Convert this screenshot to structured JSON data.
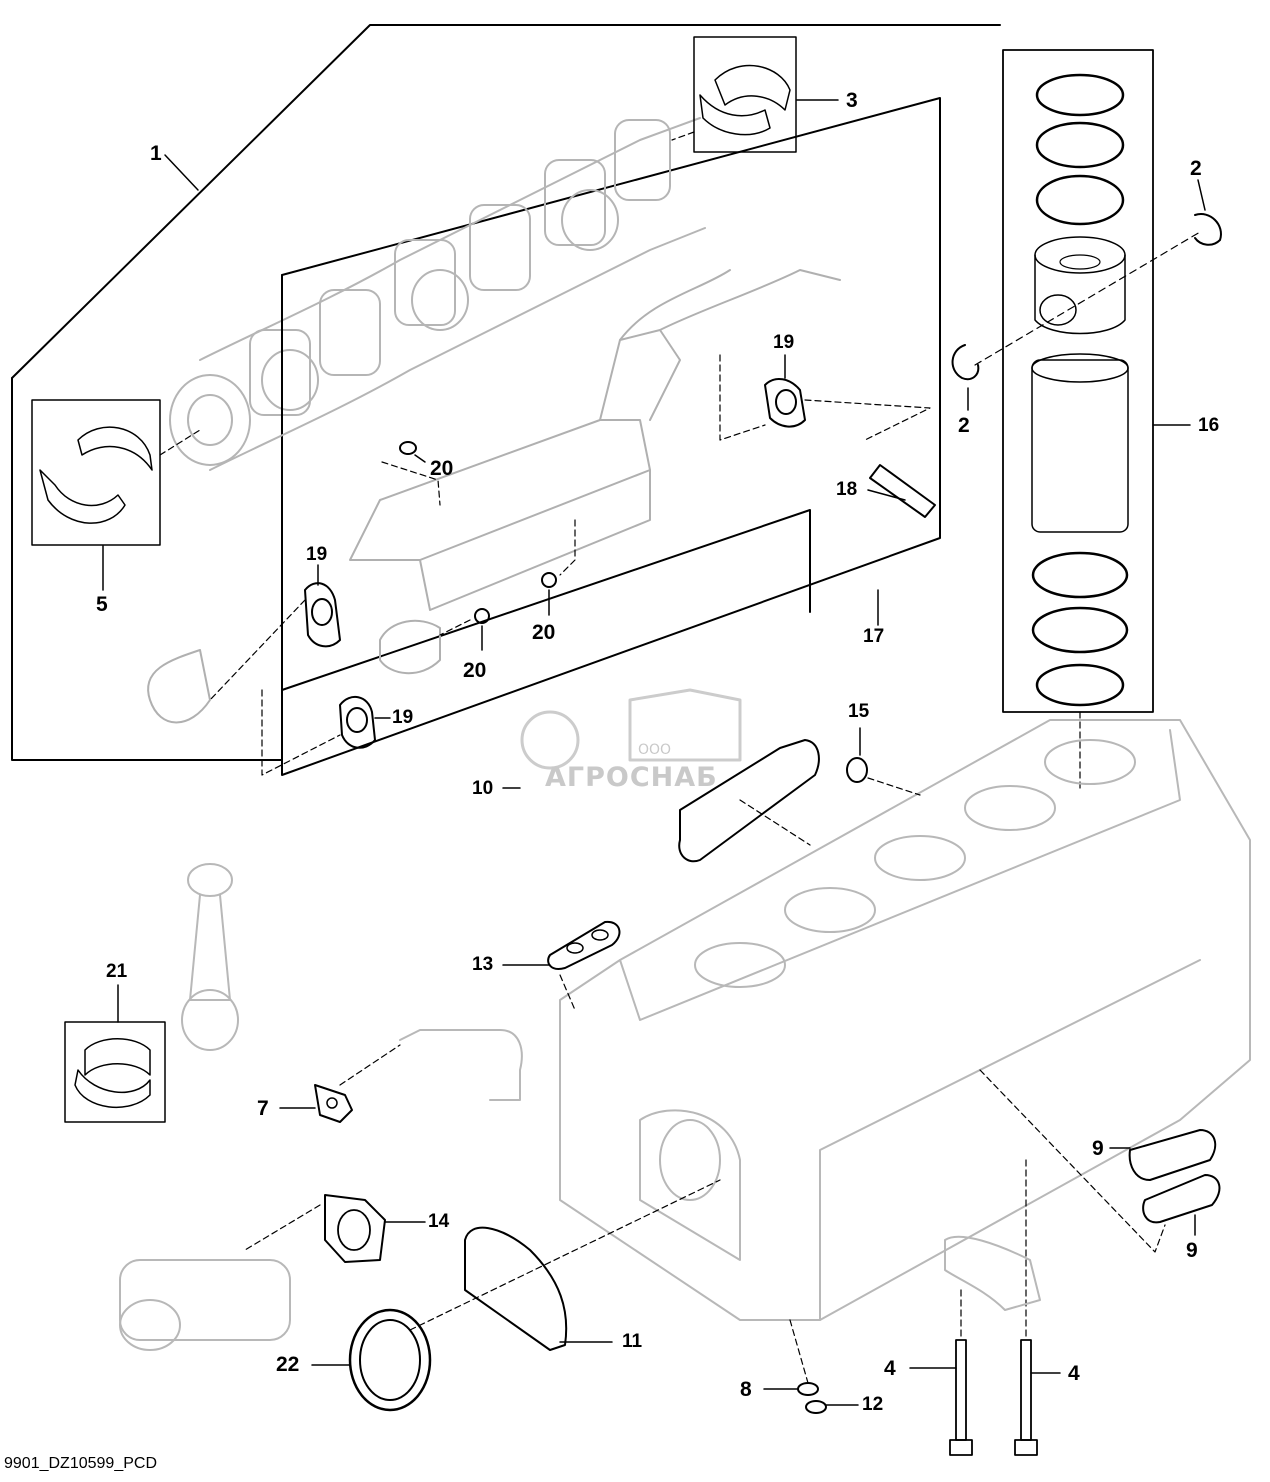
{
  "diagram": {
    "footer_code": "9901_DZ10599_PCD",
    "watermark": {
      "brand": "АГРОСНАБ",
      "prefix": "ООО"
    },
    "callouts": [
      {
        "id": "c1",
        "text": "1"
      },
      {
        "id": "c2a",
        "text": "2"
      },
      {
        "id": "c2b",
        "text": "2"
      },
      {
        "id": "c3",
        "text": "3"
      },
      {
        "id": "c4a",
        "text": "4"
      },
      {
        "id": "c4b",
        "text": "4"
      },
      {
        "id": "c5",
        "text": "5"
      },
      {
        "id": "c7",
        "text": "7"
      },
      {
        "id": "c8",
        "text": "8"
      },
      {
        "id": "c9a",
        "text": "9"
      },
      {
        "id": "c9b",
        "text": "9"
      },
      {
        "id": "c10",
        "text": "10"
      },
      {
        "id": "c11",
        "text": "11"
      },
      {
        "id": "c12",
        "text": "12"
      },
      {
        "id": "c13",
        "text": "13"
      },
      {
        "id": "c14",
        "text": "14"
      },
      {
        "id": "c15",
        "text": "15"
      },
      {
        "id": "c16",
        "text": "16"
      },
      {
        "id": "c17",
        "text": "17"
      },
      {
        "id": "c18",
        "text": "18"
      },
      {
        "id": "c19a",
        "text": "19"
      },
      {
        "id": "c19b",
        "text": "19"
      },
      {
        "id": "c19c",
        "text": "19"
      },
      {
        "id": "c20a",
        "text": "20"
      },
      {
        "id": "c20b",
        "text": "20"
      },
      {
        "id": "c20c",
        "text": "20"
      },
      {
        "id": "c21",
        "text": "21"
      },
      {
        "id": "c22",
        "text": "22"
      }
    ]
  }
}
